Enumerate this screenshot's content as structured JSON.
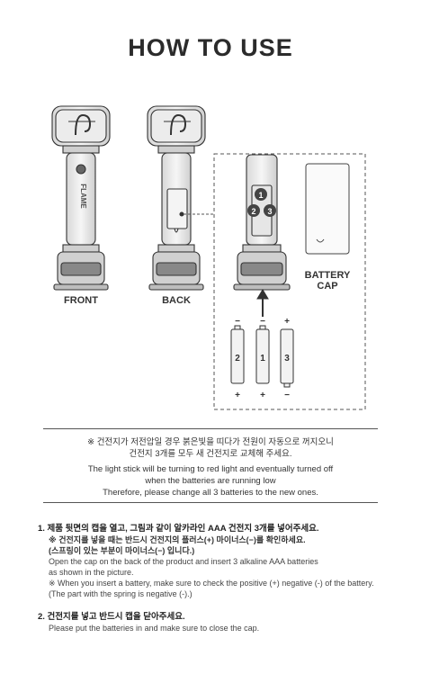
{
  "title": "HOW TO USE",
  "illustration": {
    "front_label": "FRONT",
    "back_label": "BACK",
    "battery_cap_label_1": "BATTERY",
    "battery_cap_label_2": "CAP",
    "brand_text": "FLAME",
    "slot_numbers": [
      "1",
      "2",
      "3"
    ],
    "batteries": [
      {
        "number": "2",
        "top": "−",
        "bottom": "+"
      },
      {
        "number": "1",
        "top": "−",
        "bottom": "+"
      },
      {
        "number": "3",
        "top": "+",
        "bottom": "−"
      }
    ]
  },
  "notice": {
    "ko_line1": "※ 건전지가 저전압일 경우 붉은빛을 띠다가 전원이 자동으로 꺼지오니",
    "ko_line2": "건전지 3개를 모두 새 건전지로 교체해 주세요.",
    "en_line1": "The light stick will be turning to red light and eventually turned off",
    "en_line2": "when the batteries are running low",
    "en_line3": "Therefore, please change all 3 batteries to the new ones."
  },
  "steps": {
    "step1_title": "1. 제품 뒷면의 캡을 열고, 그림과 같이 알카라인 AAA 건전지 3개를 넣어주세요.",
    "step1_ko_note1": "※ 건전지를 넣을 때는 반드시 건전지의 플러스(+) 마이너스(−)를 확인하세요.",
    "step1_ko_note2": "(스프링이 있는 부분이 마이너스(−) 입니다.)",
    "step1_en1": "Open the cap on the back of the product and insert 3 alkaline AAA batteries",
    "step1_en2": "as shown in the picture.",
    "step1_en3": "※ When you insert a battery, make sure to check the positive (+) negative (-) of the battery.",
    "step1_en4": "(The part with the spring is negative (-).)",
    "step2_title": "2. 건전지를 넣고 반드시 캡을 닫아주세요.",
    "step2_en": "Please put the batteries in and make sure to close the cap."
  }
}
